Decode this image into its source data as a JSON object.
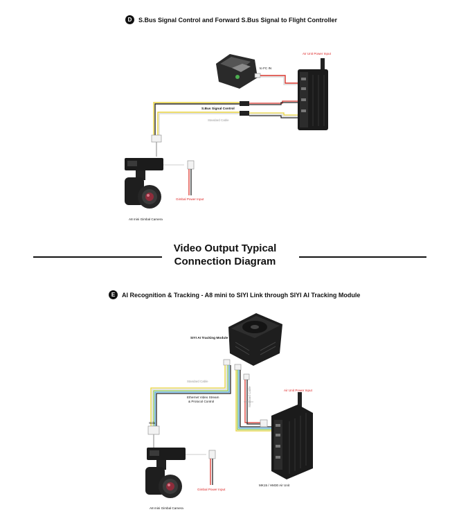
{
  "section_d": {
    "badge": "D",
    "heading": "S.Bus Signal Control and Forward S.Bus Signal to Flight Controller",
    "labels": {
      "air_unit_power": "Air Unit Power Input",
      "to_fc": "to FC IN",
      "sbus_control": "S.Bus Signal Control",
      "standard_cable": "Standard Cable",
      "gimbal_power": "Gimbal Power Input",
      "camera": "A8 mini Gimbal Camera"
    }
  },
  "middle": {
    "title_line1": "Video Output Typical",
    "title_line2": "Connection Diagram"
  },
  "section_e": {
    "badge": "E",
    "heading": "AI Recognition & Tracking - A8 mini to SIYI Link through SIYI AI Tracking Module",
    "labels": {
      "tracking_module": "SIYI AI Tracking Module",
      "standard_cable": "Standard Cable",
      "standard_cable_v": "Standard Cable",
      "ethernet_line1": "Ethernet Video Stream",
      "ethernet_line2": "& Protocol Control",
      "air_unit_power": "Air Unit Power Input",
      "gimbal_power": "Gimbal Power Input",
      "air_unit": "MK15 / HM30 Air Unit",
      "camera": "A8 mini Gimbal Camera",
      "cable_tag": "Sola"
    }
  },
  "colors": {
    "wire_yellow": "#e8d23a",
    "wire_green": "#8bc34a",
    "wire_blue": "#4aa3df",
    "wire_black": "#222222",
    "wire_red": "#d9332b",
    "wire_white": "#d8d8d8",
    "device_dark": "#1b1b1b",
    "label_red": "#dd2222"
  }
}
